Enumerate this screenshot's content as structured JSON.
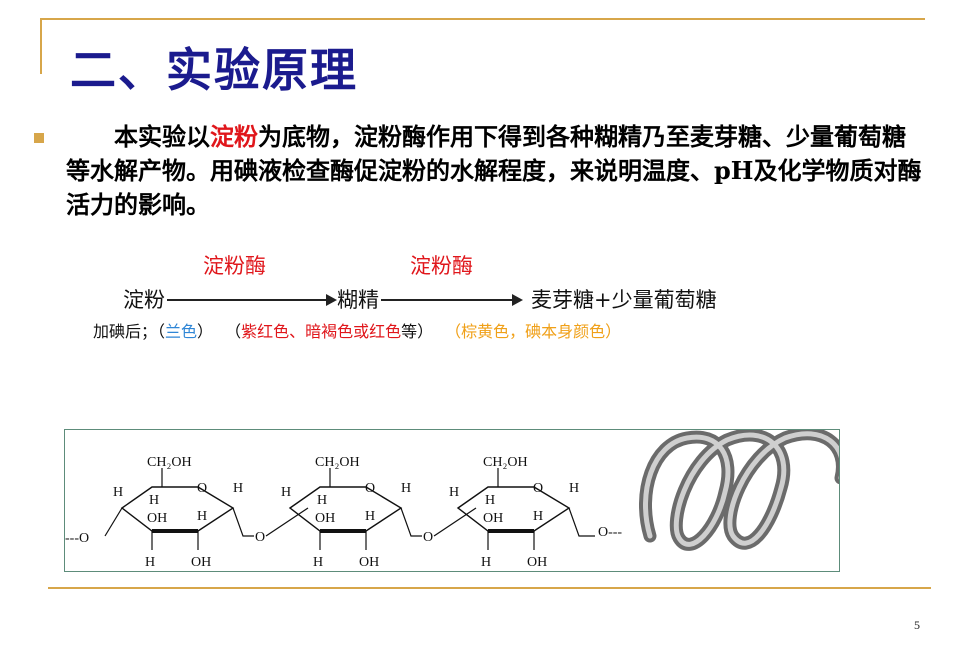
{
  "slide": {
    "title": "二、实验原理",
    "page_number": "5"
  },
  "bullet": {
    "intro": "本实验以",
    "highlight": "淀粉",
    "rest": "为底物，淀粉酶作用下得到各种糊精乃至麦芽糖、少量葡萄糖等水解产物。用碘液检查酶促淀粉的水解程度，来说明温度、pH及化学物质对酶活力的影响。"
  },
  "reaction": {
    "enzyme_1": "淀粉酶",
    "enzyme_2": "淀粉酶",
    "substrate": "淀粉",
    "intermediate": "糊精",
    "product": "麦芽糖+少量葡萄糖"
  },
  "iodine_colors": {
    "label": "加碘后；",
    "starch_open": "（",
    "starch_color": "兰色",
    "starch_close": "）",
    "dextrin_open": "（",
    "dextrin_color": "紫红色、暗褐色或红色",
    "dextrin_close": "等）",
    "sugar_color": "（棕黄色，碘本身颜色）"
  },
  "figure": {
    "ring_labels": {
      "ch2oh": "CH₂OH",
      "h": "H",
      "oh": "OH",
      "o": "O"
    },
    "chain_end_left": "---O",
    "chain_end_right": "O---",
    "bond_o": "O"
  }
}
